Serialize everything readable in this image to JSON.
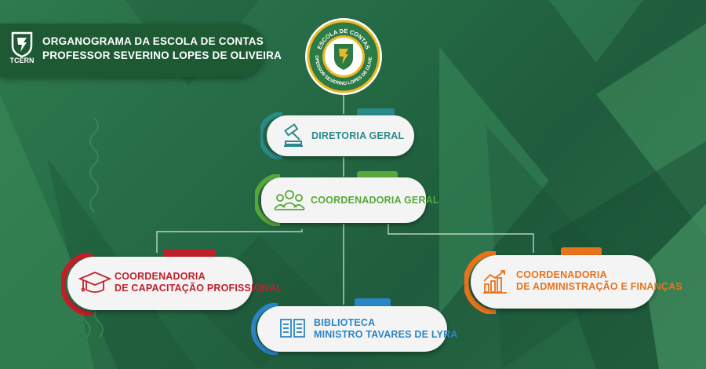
{
  "header": {
    "title_line1": "ORGANOGRAMA DA ESCOLA DE CONTAS",
    "title_line2": "PROFESSOR SEVERINO LOPES DE OLIVEIRA",
    "logo_text": "TCERN"
  },
  "seal": {
    "top_text": "ESCOLA DE CONTAS",
    "bottom_text": "PROFESSOR SEVERINO LOPES DE OLIVEIRA"
  },
  "nodes": {
    "diretoria": {
      "line1": "DIRETORIA GERAL",
      "color": "#2a8a8a",
      "icon": "gavel-icon"
    },
    "coordenadoria_geral": {
      "line1": "COORDENADORIA GERAL",
      "color": "#57a83a",
      "icon": "people-group-icon"
    },
    "capacitacao": {
      "line1": "COORDENADORIA",
      "line2": "DE CAPACITAÇÃO PROFISSIONAL",
      "color": "#c0202a",
      "icon": "graduation-cap-icon"
    },
    "administracao": {
      "line1": "COORDENADORIA",
      "line2": "DE ADMINISTRAÇÃO E FINANÇAS",
      "color": "#e8731c",
      "icon": "growth-chart-icon"
    },
    "biblioteca": {
      "line1": "BIBLIOTECA",
      "line2": "MINISTRO TAVARES DE LYRA",
      "color": "#2a86c6",
      "icon": "open-book-icon"
    }
  },
  "colors": {
    "background": "#256b45",
    "banner": "#1d5a34",
    "seal_gold": "#e9b824",
    "seal_green": "#2c7a45"
  }
}
